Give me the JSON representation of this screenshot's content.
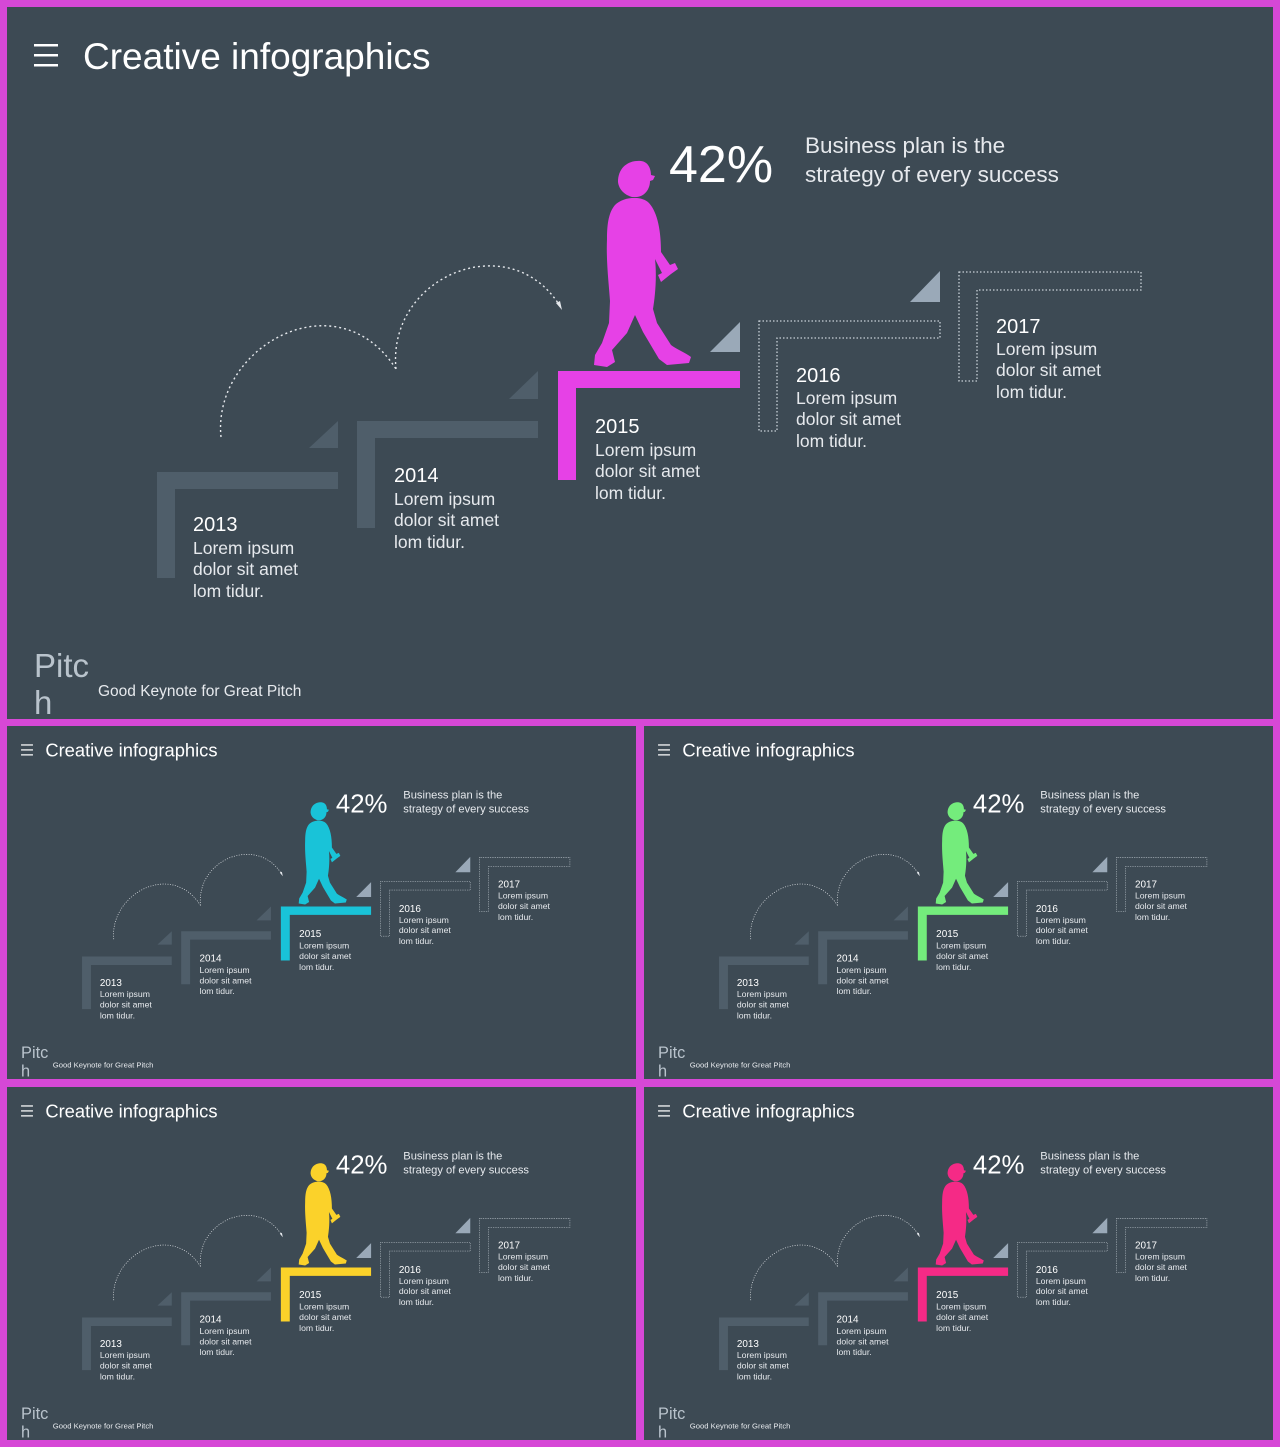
{
  "slides": [
    {
      "id": "main",
      "accent": "#e641e6"
    },
    {
      "id": "cyan",
      "accent": "#19c3d8"
    },
    {
      "id": "green",
      "accent": "#74ec7c"
    },
    {
      "id": "yellow",
      "accent": "#fbd22a"
    },
    {
      "id": "pink",
      "accent": "#f52a86"
    }
  ],
  "content": {
    "menu_icon": "hamburger-menu-icon",
    "title": "Creative infographics",
    "stat_value": "42%",
    "stat_line1": "Business plan is the",
    "stat_line2": "strategy of every success",
    "steps": [
      {
        "year": "2013",
        "l1": "Lorem ipsum",
        "l2": "dolor sit amet",
        "l3": "lom tidur."
      },
      {
        "year": "2014",
        "l1": "Lorem ipsum",
        "l2": "dolor sit amet",
        "l3": "lom tidur."
      },
      {
        "year": "2015",
        "l1": "Lorem ipsum",
        "l2": "dolor sit amet",
        "l3": "lom tidur."
      },
      {
        "year": "2016",
        "l1": "Lorem ipsum",
        "l2": "dolor sit amet",
        "l3": "lom tidur."
      },
      {
        "year": "2017",
        "l1": "Lorem ipsum",
        "l2": "dolor sit amet",
        "l3": "lom tidur."
      }
    ],
    "logo_line1": "Pitc",
    "logo_line2": "h",
    "tagline": "Good Keynote for Great Pitch"
  }
}
